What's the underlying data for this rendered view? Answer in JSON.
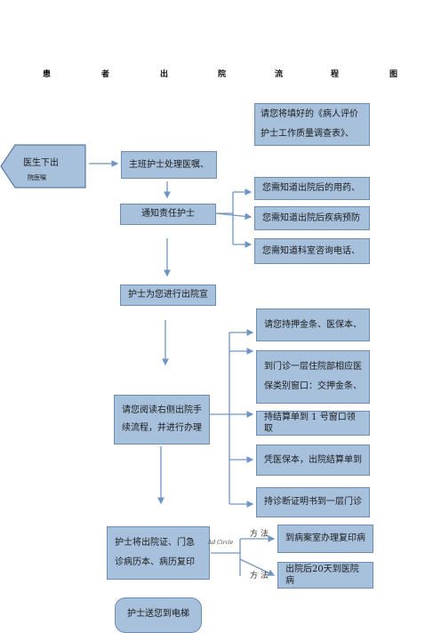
{
  "title": [
    "患",
    "者",
    "出",
    "院",
    "流",
    "程",
    "图"
  ],
  "start_node": {
    "line1": "医生下出",
    "line2": "院医嘱"
  },
  "eval_box": {
    "line1": "请您将填好的《病人评价",
    "line2": "护士工作质量调查表》、"
  },
  "main_nurse": "主班护士处理医嘱、",
  "notify": "通知责任护士",
  "know_meds": "您需知道出院后的用药、",
  "know_prevent": "您需知道出院后疾病预防",
  "know_phone": "您需知道科室咨询电话、",
  "nurse_guide": "护士为您进行出院宣",
  "read_box": {
    "line1": "请您阅读右侧出院手",
    "line2": "续流程，并进行办理"
  },
  "deposit": "请您持押金条、医保本、",
  "window_box": {
    "line1": "到门诊一层住院部相应医",
    "line2": "保类别窗口：交押金条、"
  },
  "settle": "持结算单到 1 号窗口领取",
  "insurance": "凭医保本，出院结算单到",
  "diagnosis": "持诊断证明书到一层门诊",
  "certificate_box": {
    "line1": "护士将出院证、门急",
    "line2": "诊病历本、病历复印"
  },
  "method_top": "方 法",
  "method_bottom": "方 法",
  "tiny_note": "Ad Circle",
  "records_room": "到病案室办理复印病",
  "return_visit": "出院后20天到医院病",
  "elevator": "护士送您到电梯"
}
